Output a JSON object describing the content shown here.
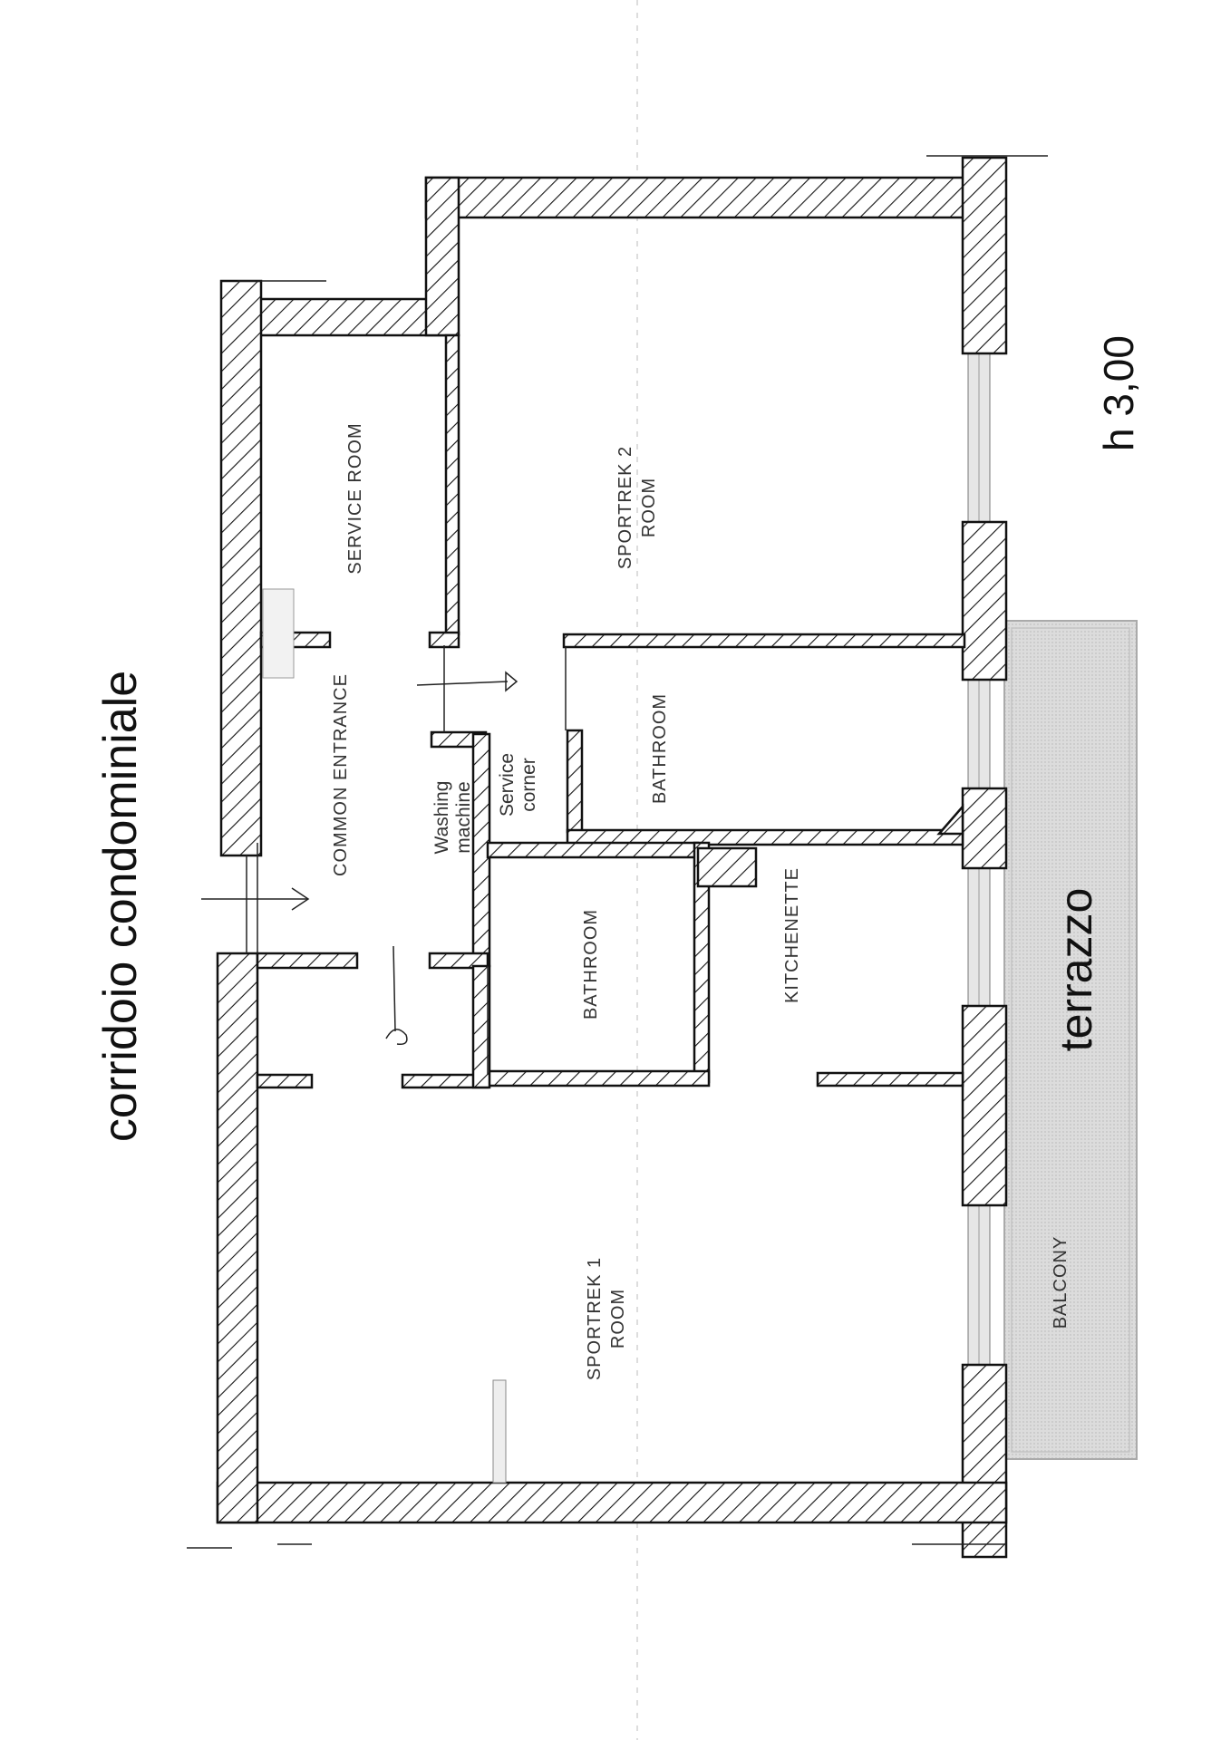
{
  "labels": {
    "corridor": "corridoio condominiale",
    "height": "h 3,00",
    "terrace": "terrazzo",
    "service_room": "SERVICE ROOM",
    "sportrek2_line1": "SPORTREK 2",
    "sportrek2_line2": "ROOM",
    "common_entrance": "COMMON ENTRANCE",
    "washing_line1": "Washing",
    "washing_line2": "machine",
    "service_corner_line1": "Service",
    "service_corner_line2": "corner",
    "bathroom_a": "BATHROOM",
    "bathroom_b": "BATHROOM",
    "kitchenette": "KITCHENETTE",
    "sportrek1_line1": "SPORTREK  1",
    "sportrek1_line2": "ROOM",
    "balcony": "BALCONY"
  },
  "colors": {
    "wall_stroke": "#111111",
    "terrace_fill": "#d9d9d9",
    "text": "#333333"
  }
}
